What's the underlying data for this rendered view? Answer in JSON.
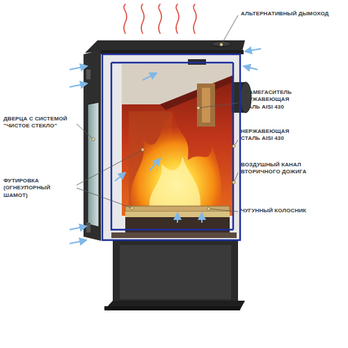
{
  "diagram": {
    "labels": [
      "АЛЬТЕРНАТИВНЫЙ ДЫМОХОД",
      "ПЛАМЕГАСИТЕЛЬ НЕРЖАВЕЮЩАЯ СТАЛЬ AISI 430",
      "НЕРЖАВЕЮЩАЯ СТАЛЬ AISI 430",
      "ВОЗДУШНЫЙ КАНАЛ ВТОРИЧНОГО ДОЖИГА",
      "ЧУГУННЫЙ КОЛОСНИК",
      "ДВЕРЦА С СИСТЕМОЙ \"ЧИСТОЕ СТЕКЛО\"",
      "ФУТИРОВКА (ОГНЕУПОРНЫЙ ШАМОТ)"
    ]
  }
}
